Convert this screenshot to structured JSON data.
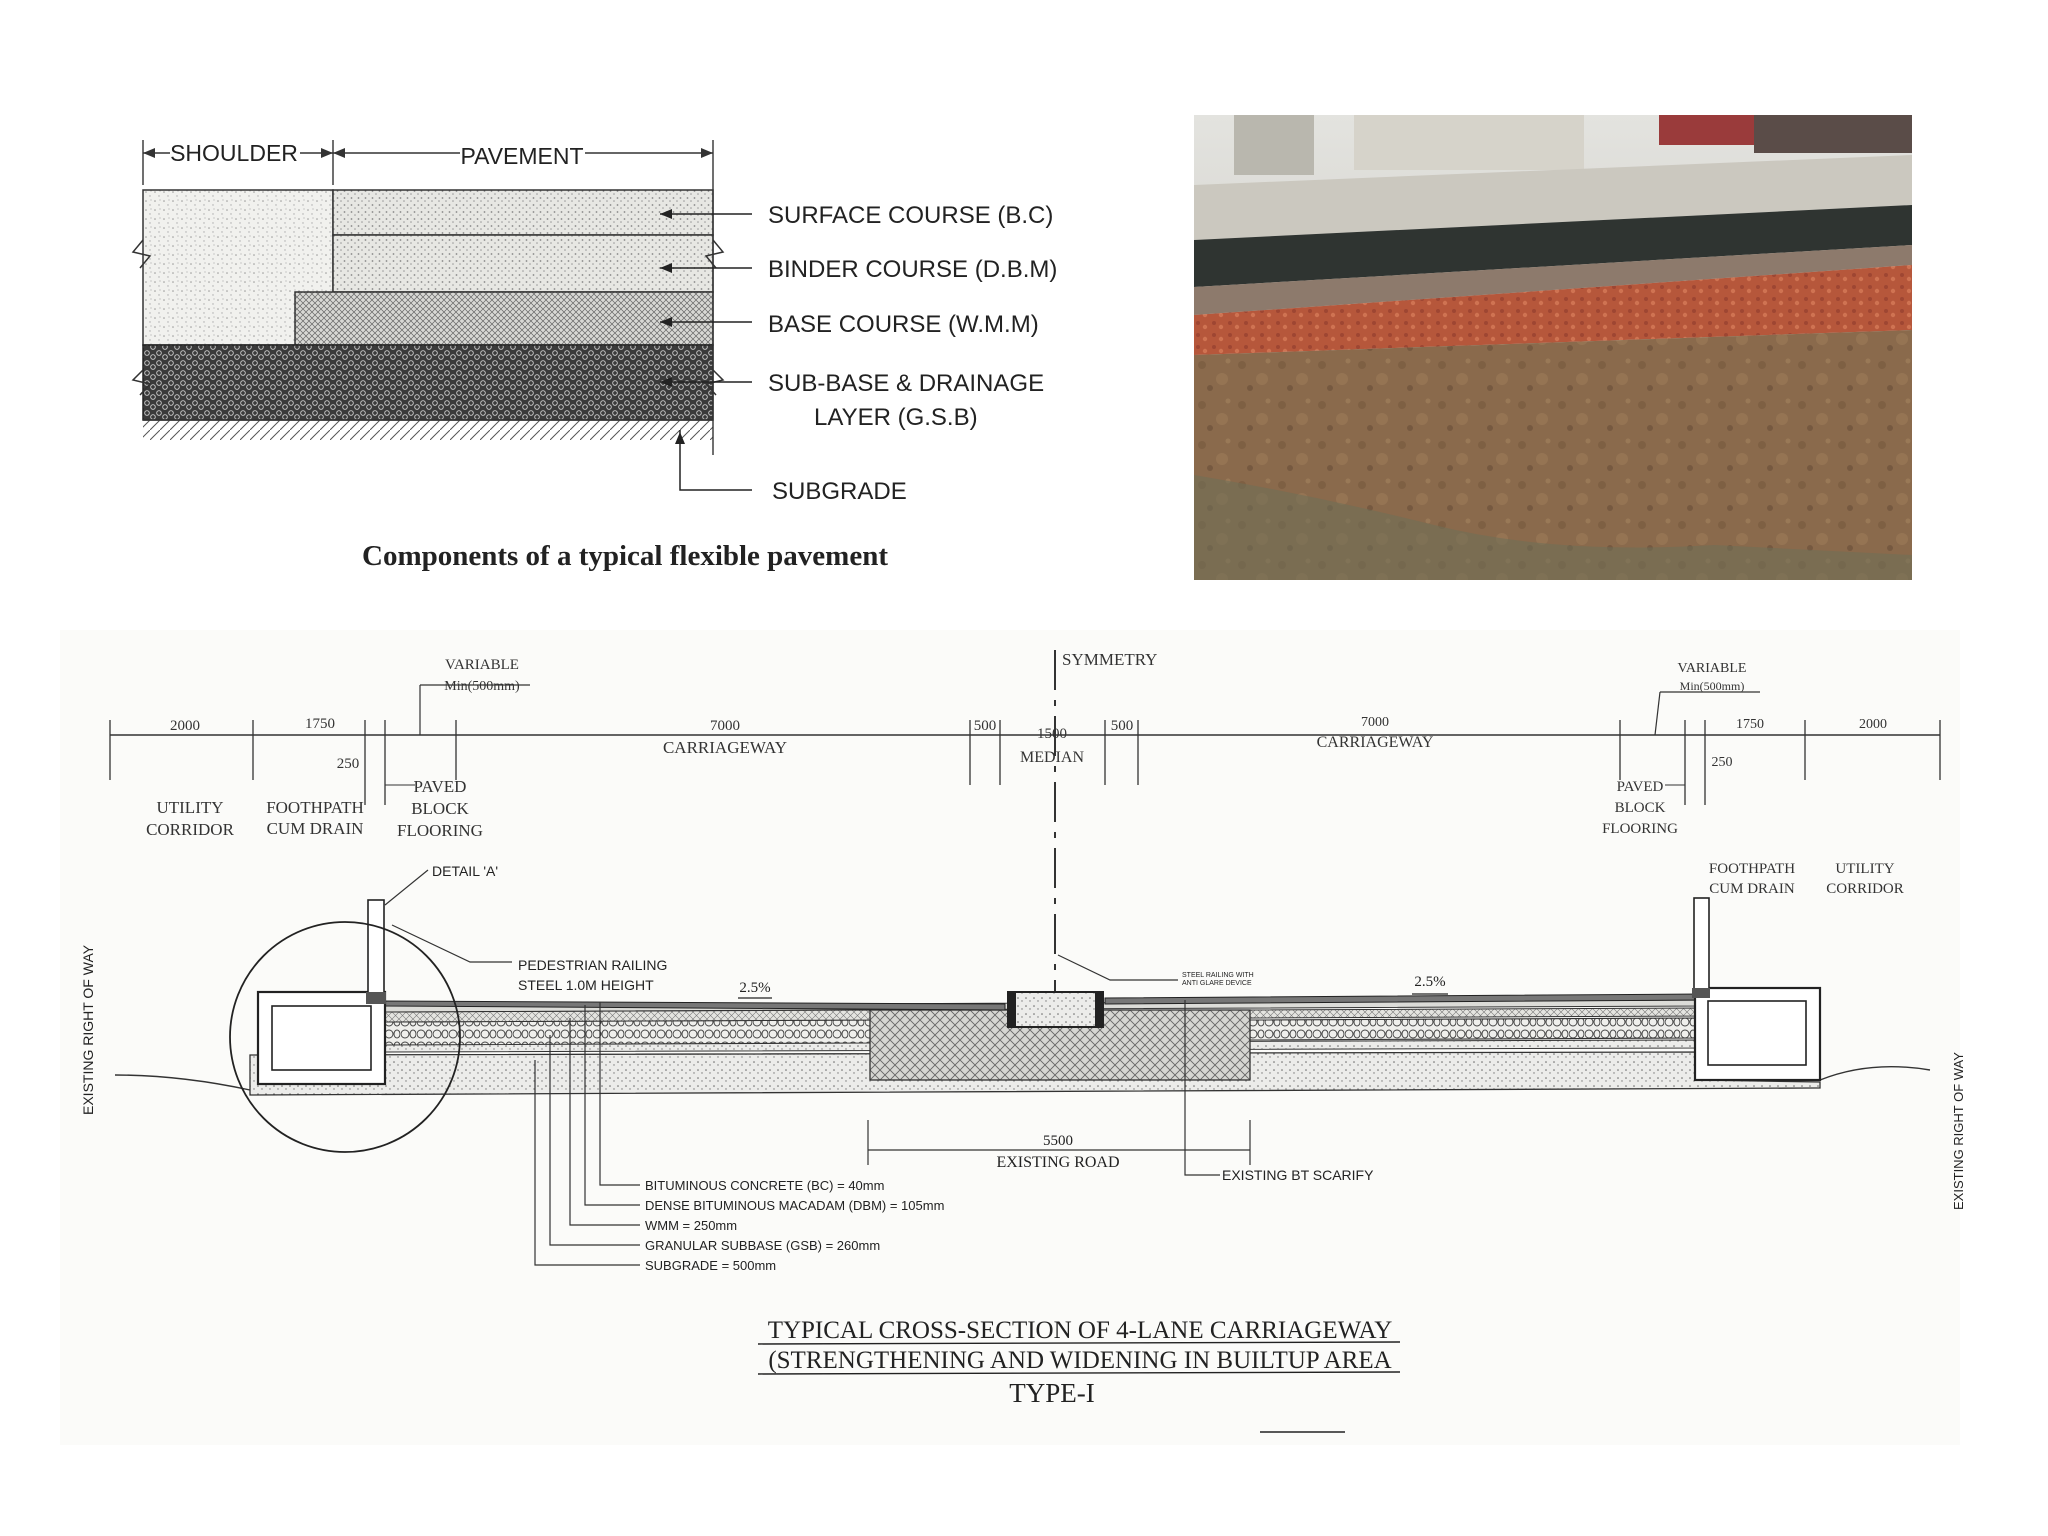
{
  "pavement_diagram": {
    "shoulder_label": "SHOULDER",
    "pavement_label": "PAVEMENT",
    "layers": [
      {
        "label": "SURFACE COURSE (B.C)"
      },
      {
        "label": "BINDER COURSE (D.B.M)"
      },
      {
        "label": "BASE COURSE (W.M.M)"
      },
      {
        "label": "SUB-BASE & DRAINAGE",
        "label2": "LAYER (G.S.B)"
      },
      {
        "label": "SUBGRADE"
      }
    ],
    "caption": "Components of a typical flexible pavement"
  },
  "photo": {
    "colors": {
      "concrete": "#c9c5bb",
      "asphalt": "#2f3430",
      "laterite": "#b8573a",
      "soil": "#8a6a4a"
    }
  },
  "cross_section": {
    "symmetry_label": "SYMMETRY",
    "top_dims_left": {
      "variable": "VARIABLE",
      "variable_min": "Min(500mm)",
      "d2000": "2000",
      "d1750": "1750",
      "d250": "250",
      "d7000": "7000",
      "carriageway": "CARRIAGEWAY",
      "d500a": "500",
      "d1500": "1500",
      "median": "MEDIAN",
      "d500b": "500"
    },
    "top_dims_right": {
      "variable": "VARIABLE",
      "variable_min": "Min(500mm)",
      "d7000": "7000",
      "carriageway": "CARRIAGEWAY",
      "d1750": "1750",
      "d2000": "2000",
      "d250": "250"
    },
    "zones_left": {
      "utility1": "UTILITY",
      "utility2": "CORRIDOR",
      "foot1": "FOOTHPATH",
      "foot2": "CUM DRAIN",
      "paved1": "PAVED",
      "paved2": "BLOCK",
      "paved3": "FLOORING"
    },
    "zones_right": {
      "paved1": "PAVED",
      "paved2": "BLOCK",
      "paved3": "FLOORING",
      "foot1": "FOOTHPATH",
      "foot2": "CUM DRAIN",
      "utility1": "UTILITY",
      "utility2": "CORRIDOR"
    },
    "detail_a": "DETAIL 'A'",
    "railing1": "PEDESTRIAN RAILING",
    "railing2": "STEEL 1.0M HEIGHT",
    "steel_median1": "STEEL RAILING WITH",
    "steel_median2": "ANTI GLARE DEVICE",
    "slope_left": "2.5%",
    "slope_right": "2.5%",
    "row_left": "EXISTING RIGHT OF WAY",
    "row_right": "EXISTING RIGHT OF WAY",
    "existing_road_dim": "5500",
    "existing_road": "EXISTING ROAD",
    "bt_scarify": "EXISTING BT SCARIFY",
    "layer_notes": [
      "BITUMINOUS CONCRETE (BC) = 40mm",
      "DENSE BITUMINOUS MACADAM (DBM) = 105mm",
      "WMM = 250mm",
      "GRANULAR SUBBASE (GSB) = 260mm",
      "SUBGRADE = 500mm"
    ],
    "title1": "TYPICAL CROSS-SECTION OF 4-LANE CARRIAGEWAY",
    "title2": "(STRENGTHENING AND WIDENING IN BUILTUP AREA",
    "title3": "TYPE-I"
  }
}
